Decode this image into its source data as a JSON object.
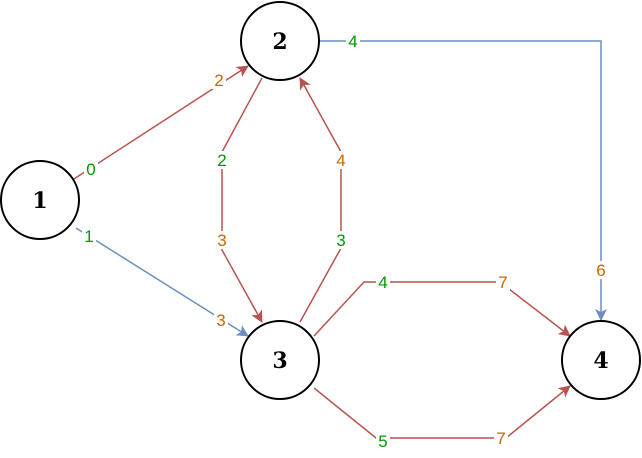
{
  "colors": {
    "edge_red": "#B85450",
    "edge_blue": "#6C8EBF",
    "label_green": "#009900",
    "label_orange": "#CC6600"
  },
  "nodes": [
    {
      "id": "n1",
      "label": "1"
    },
    {
      "id": "n2",
      "label": "2"
    },
    {
      "id": "n3",
      "label": "3"
    },
    {
      "id": "n4",
      "label": "4"
    }
  ],
  "edges": [
    {
      "id": "e12",
      "from": "1",
      "to": "2",
      "color": "red",
      "start_label": "0",
      "end_label": "2"
    },
    {
      "id": "e13",
      "from": "1",
      "to": "3",
      "color": "blue",
      "start_label": "1",
      "end_label": "3"
    },
    {
      "id": "e23",
      "from": "2",
      "to": "3",
      "color": "red",
      "start_label": "2",
      "end_label": "3"
    },
    {
      "id": "e32",
      "from": "3",
      "to": "2",
      "color": "red",
      "start_label": "3",
      "end_label": "4"
    },
    {
      "id": "e24",
      "from": "2",
      "to": "4",
      "color": "blue",
      "start_label": "4",
      "end_label": "6"
    },
    {
      "id": "e34a",
      "from": "3",
      "to": "4",
      "color": "red",
      "start_label": "4",
      "end_label": "7"
    },
    {
      "id": "e34b",
      "from": "3",
      "to": "4",
      "color": "red",
      "start_label": "5",
      "end_label": "7"
    }
  ]
}
